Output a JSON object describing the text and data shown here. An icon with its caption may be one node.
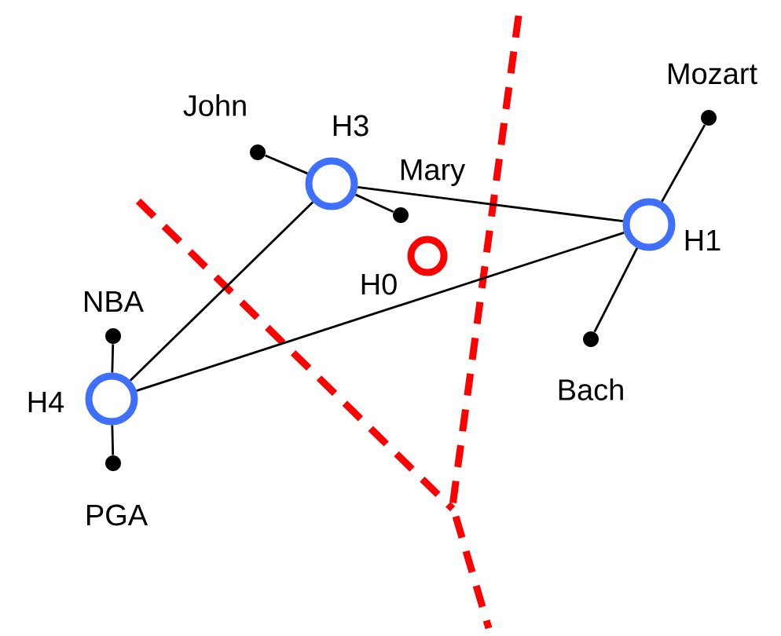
{
  "diagram": {
    "nodes": [
      {
        "text": [
          "John"
        ]
      },
      {
        "text": [
          "H3"
        ]
      },
      {
        "text": [
          "Mary"
        ]
      },
      {
        "text": [
          "H0"
        ]
      },
      {
        "text": [
          "Mozart"
        ]
      },
      {
        "text": [
          "H1"
        ]
      },
      {
        "text": [
          "Bach"
        ]
      },
      {
        "text": [
          "NBA"
        ]
      },
      {
        "text": [
          "H4"
        ]
      },
      {
        "text": [
          "PGA"
        ]
      }
    ],
    "edges": [
      {
        "from": 0,
        "to": 1,
        "arrow": "none"
      },
      {
        "from": 1,
        "to": 2,
        "arrow": "none"
      },
      {
        "from": 1,
        "to": 5,
        "arrow": "none"
      },
      {
        "from": 4,
        "to": 5,
        "arrow": "none"
      },
      {
        "from": 5,
        "to": 6,
        "arrow": "none"
      },
      {
        "from": 1,
        "to": 8,
        "arrow": "none"
      },
      {
        "from": 8,
        "to": 5,
        "arrow": "none"
      },
      {
        "from": 7,
        "to": 8,
        "arrow": "none"
      },
      {
        "from": 8,
        "to": 9,
        "arrow": "none"
      }
    ]
  }
}
